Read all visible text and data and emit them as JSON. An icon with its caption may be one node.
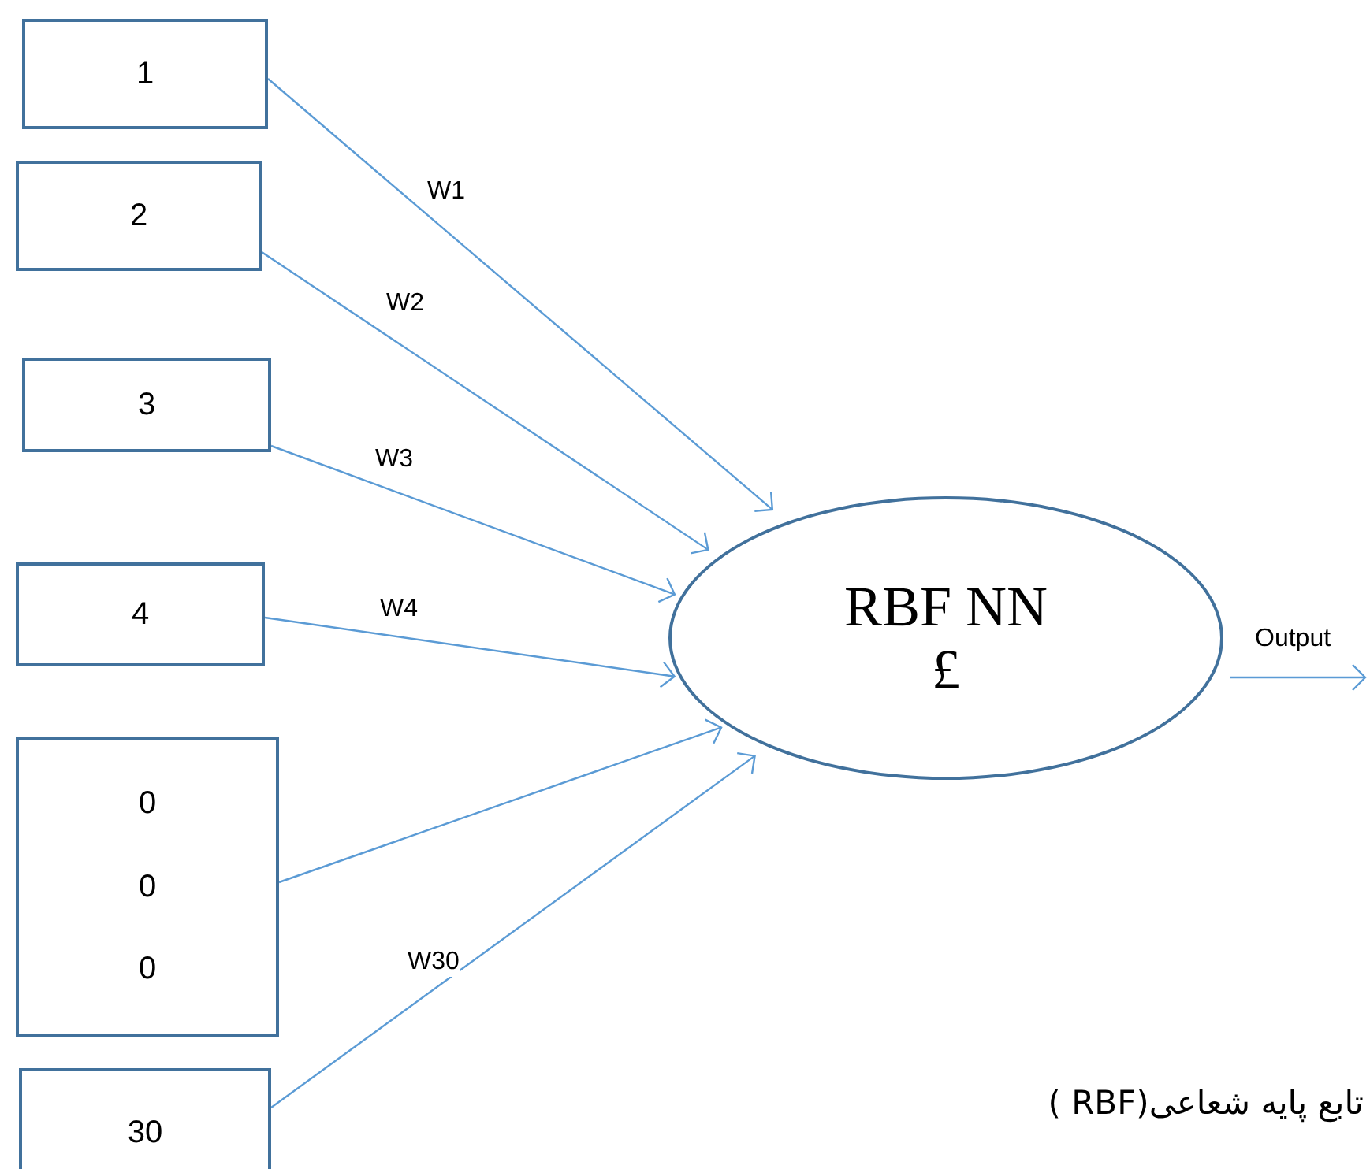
{
  "diagram": {
    "nodes": [
      {
        "text": [
          "1"
        ]
      },
      {
        "text": [
          "2"
        ]
      },
      {
        "text": [
          "3"
        ]
      },
      {
        "text": [
          "4"
        ]
      },
      {
        "text": [
          "0",
          "0",
          "0"
        ]
      },
      {
        "text": [
          "30"
        ]
      },
      {
        "text": [
          "RBF NN",
          "£"
        ]
      }
    ],
    "edges": [
      {
        "from": 0,
        "to": 6,
        "arrow": "to",
        "label": "W1"
      },
      {
        "from": 1,
        "to": 6,
        "arrow": "to",
        "label": "W2"
      },
      {
        "from": 2,
        "to": 6,
        "arrow": "to",
        "label": "W3"
      },
      {
        "from": 3,
        "to": 6,
        "arrow": "to",
        "label": "W4"
      },
      {
        "from": 4,
        "to": 6,
        "arrow": "to"
      },
      {
        "from": 5,
        "to": 6,
        "arrow": "to",
        "label": "W30"
      },
      {
        "from": 6,
        "to": null,
        "arrow": "to",
        "label": "Output"
      }
    ],
    "labels": [
      "تابع پایه شعاعی(RBF )"
    ]
  }
}
